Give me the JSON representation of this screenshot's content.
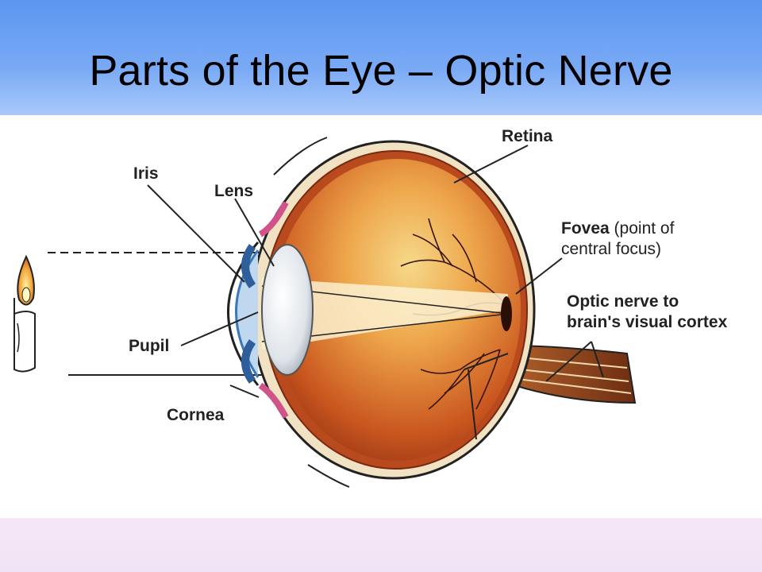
{
  "slide": {
    "title": "Parts of the Eye – Optic Nerve"
  },
  "labels": {
    "iris": "Iris",
    "lens": "Lens",
    "retina": "Retina",
    "fovea": "Fovea",
    "fovea_note_1": "(point of",
    "fovea_note_2": "central focus)",
    "optic_nerve_1": "Optic nerve to",
    "optic_nerve_2": "brain's visual cortex",
    "pupil": "Pupil",
    "cornea": "Cornea"
  },
  "colors": {
    "title_bar": "#6a9ef2",
    "footer_band": "#f3e6f6",
    "eye_interior": "#d9722b",
    "sclera": "#f2e2c4",
    "iris": "#3a78b8",
    "lens": "#dfe6ee",
    "label_text": "#222222"
  }
}
